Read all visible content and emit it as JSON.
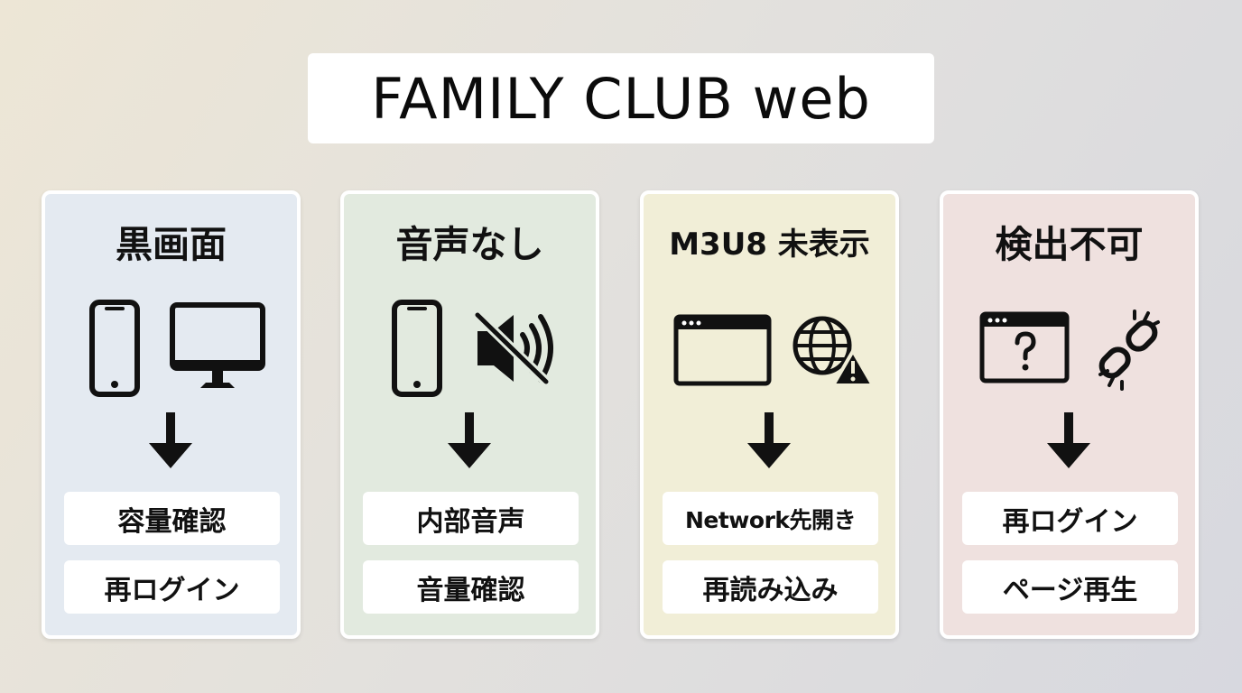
{
  "title": "FAMILY CLUB web",
  "cards": [
    {
      "heading": "黒画面",
      "steps": [
        "容量確認",
        "再ログイン"
      ],
      "icons": [
        "smartphone-icon",
        "monitor-icon"
      ],
      "bg": "#e4eaf1"
    },
    {
      "heading": "音声なし",
      "steps": [
        "内部音声",
        "音量確認"
      ],
      "icons": [
        "smartphone-icon",
        "speaker-muted-icon"
      ],
      "bg": "#e2eadf"
    },
    {
      "heading": "M3U8 未表示",
      "steps": [
        "Network先開き",
        "再読み込み"
      ],
      "icons": [
        "browser-window-icon",
        "globe-warning-icon"
      ],
      "bg": "#f1eed7"
    },
    {
      "heading": "検出不可",
      "steps": [
        "再ログイン",
        "ページ再生"
      ],
      "icons": [
        "browser-question-icon",
        "broken-link-icon"
      ],
      "bg": "#efe1df"
    }
  ],
  "arrow_icon": "arrow-down-icon"
}
